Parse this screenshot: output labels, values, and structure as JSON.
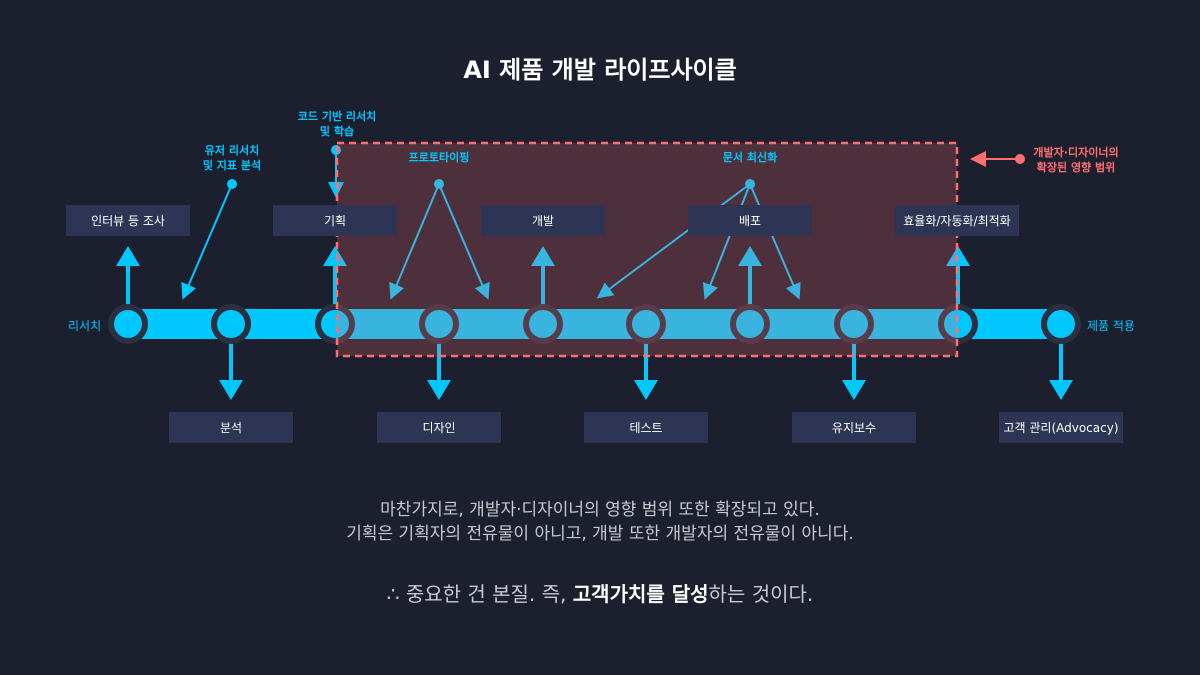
{
  "title": "AI 제품 개발 라이프사이클",
  "endpoints": {
    "start": "리서치",
    "end": "제품 적용"
  },
  "top_boxes": [
    "인터뷰 등 조사",
    "기획",
    "개발",
    "배포",
    "효율화/자동화/최적화"
  ],
  "bottom_boxes": [
    "분석",
    "디자인",
    "테스트",
    "유지보수",
    "고객 관리(Advocacy)"
  ],
  "ai_points": {
    "user_research": [
      "유저 리서치",
      "및 지표 분석"
    ],
    "code_research": [
      "코드 기반 리서치",
      "및 학습"
    ],
    "prototyping": "프로토타이핑",
    "docs": "문서 최신화"
  },
  "scope_note": [
    "개발자·디자이너의",
    "확장된 영향 범위"
  ],
  "paragraph": [
    "마찬가지로, 개발자·디자이너의 영향 범위 또한 확장되고 있다.",
    "기획은 기획자의 전유물이 아니고, 개발 또한 개발자의 전유물이 아니다."
  ],
  "conclusion": {
    "prefix": "∴ 중요한 건 본질. 즉, ",
    "bold": "고객가치를 달성",
    "suffix": "하는 것이다."
  },
  "colors": {
    "background": "#1c1f2e",
    "accent": "#00c8ff",
    "box": "#2e3554",
    "scope": "#ff6f6f"
  }
}
